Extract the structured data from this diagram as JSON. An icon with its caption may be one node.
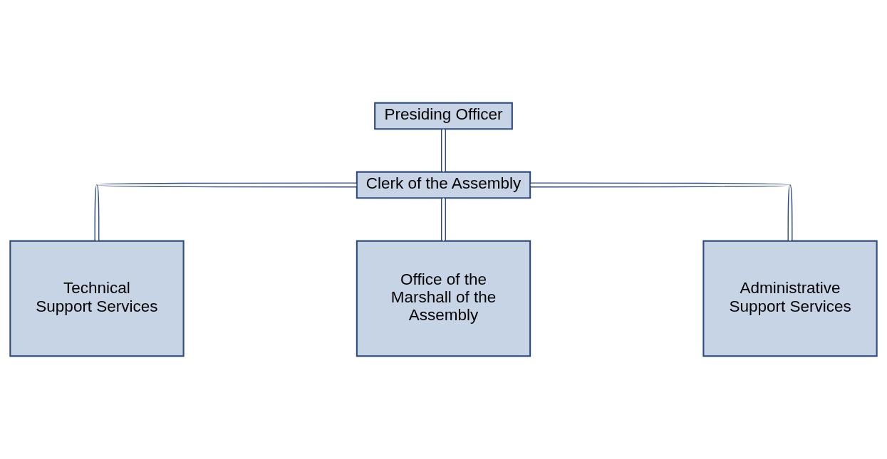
{
  "diagram": {
    "nodes": [
      {
        "text": [
          "Presiding Officer"
        ]
      },
      {
        "text": [
          "Clerk of the Assembly"
        ]
      },
      {
        "text": [
          "Technical Support Services"
        ]
      },
      {
        "text": [
          "Office of the Marshall of the Assembly"
        ]
      },
      {
        "text": [
          "Administrative Support Services"
        ]
      }
    ],
    "edges": [
      {
        "from": 0,
        "to": 1,
        "arrow": "none"
      },
      {
        "from": 1,
        "to": 2,
        "arrow": "none"
      },
      {
        "from": 1,
        "to": 3,
        "arrow": "none"
      },
      {
        "from": 1,
        "to": 4,
        "arrow": "none"
      }
    ]
  }
}
